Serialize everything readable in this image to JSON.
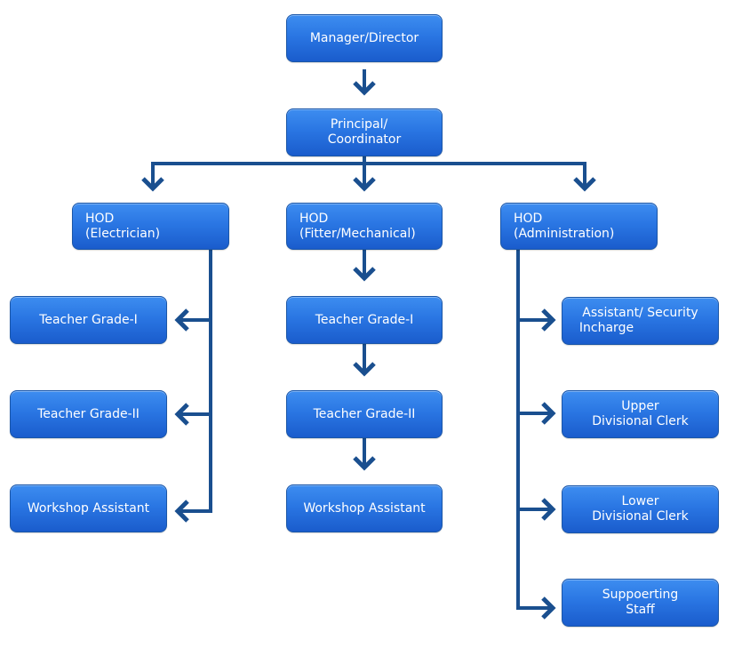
{
  "diagram": {
    "type": "org-chart",
    "connector_color": "#1a4f8f",
    "node_color": "#2a76e3",
    "nodes": {
      "manager": {
        "lines": [
          "Manager/Director"
        ]
      },
      "principal": {
        "lines": [
          "Principal/",
          "Coordinator"
        ]
      },
      "hod_electrician": {
        "lines": [
          "HOD",
          "(Electrician)"
        ]
      },
      "hod_fitter": {
        "lines": [
          "HOD",
          "(Fitter/Mechanical)"
        ]
      },
      "hod_admin": {
        "lines": [
          "HOD",
          "(Administration)"
        ]
      },
      "elec_teacher1": {
        "lines": [
          "Teacher Grade-I"
        ]
      },
      "elec_teacher2": {
        "lines": [
          "Teacher Grade-II"
        ]
      },
      "elec_workshop": {
        "lines": [
          "Workshop Assistant"
        ]
      },
      "fit_teacher1": {
        "lines": [
          "Teacher Grade-I"
        ]
      },
      "fit_teacher2": {
        "lines": [
          "Teacher Grade-II"
        ]
      },
      "fit_workshop": {
        "lines": [
          "Workshop Assistant"
        ]
      },
      "admin_security": {
        "lines": [
          "Assistant/ Security",
          "Incharge"
        ]
      },
      "admin_udc": {
        "lines": [
          "Upper",
          "Divisional Clerk"
        ]
      },
      "admin_ldc": {
        "lines": [
          "Lower",
          "Divisional Clerk"
        ]
      },
      "admin_support": {
        "lines": [
          "Suppoerting",
          "Staff"
        ]
      }
    },
    "edges": [
      [
        "manager",
        "principal"
      ],
      [
        "principal",
        "hod_electrician"
      ],
      [
        "principal",
        "hod_fitter"
      ],
      [
        "principal",
        "hod_admin"
      ],
      [
        "hod_electrician",
        "elec_teacher1"
      ],
      [
        "hod_electrician",
        "elec_teacher2"
      ],
      [
        "hod_electrician",
        "elec_workshop"
      ],
      [
        "hod_fitter",
        "fit_teacher1"
      ],
      [
        "fit_teacher1",
        "fit_teacher2"
      ],
      [
        "fit_teacher2",
        "fit_workshop"
      ],
      [
        "hod_admin",
        "admin_security"
      ],
      [
        "hod_admin",
        "admin_udc"
      ],
      [
        "hod_admin",
        "admin_ldc"
      ],
      [
        "hod_admin",
        "admin_support"
      ]
    ]
  }
}
